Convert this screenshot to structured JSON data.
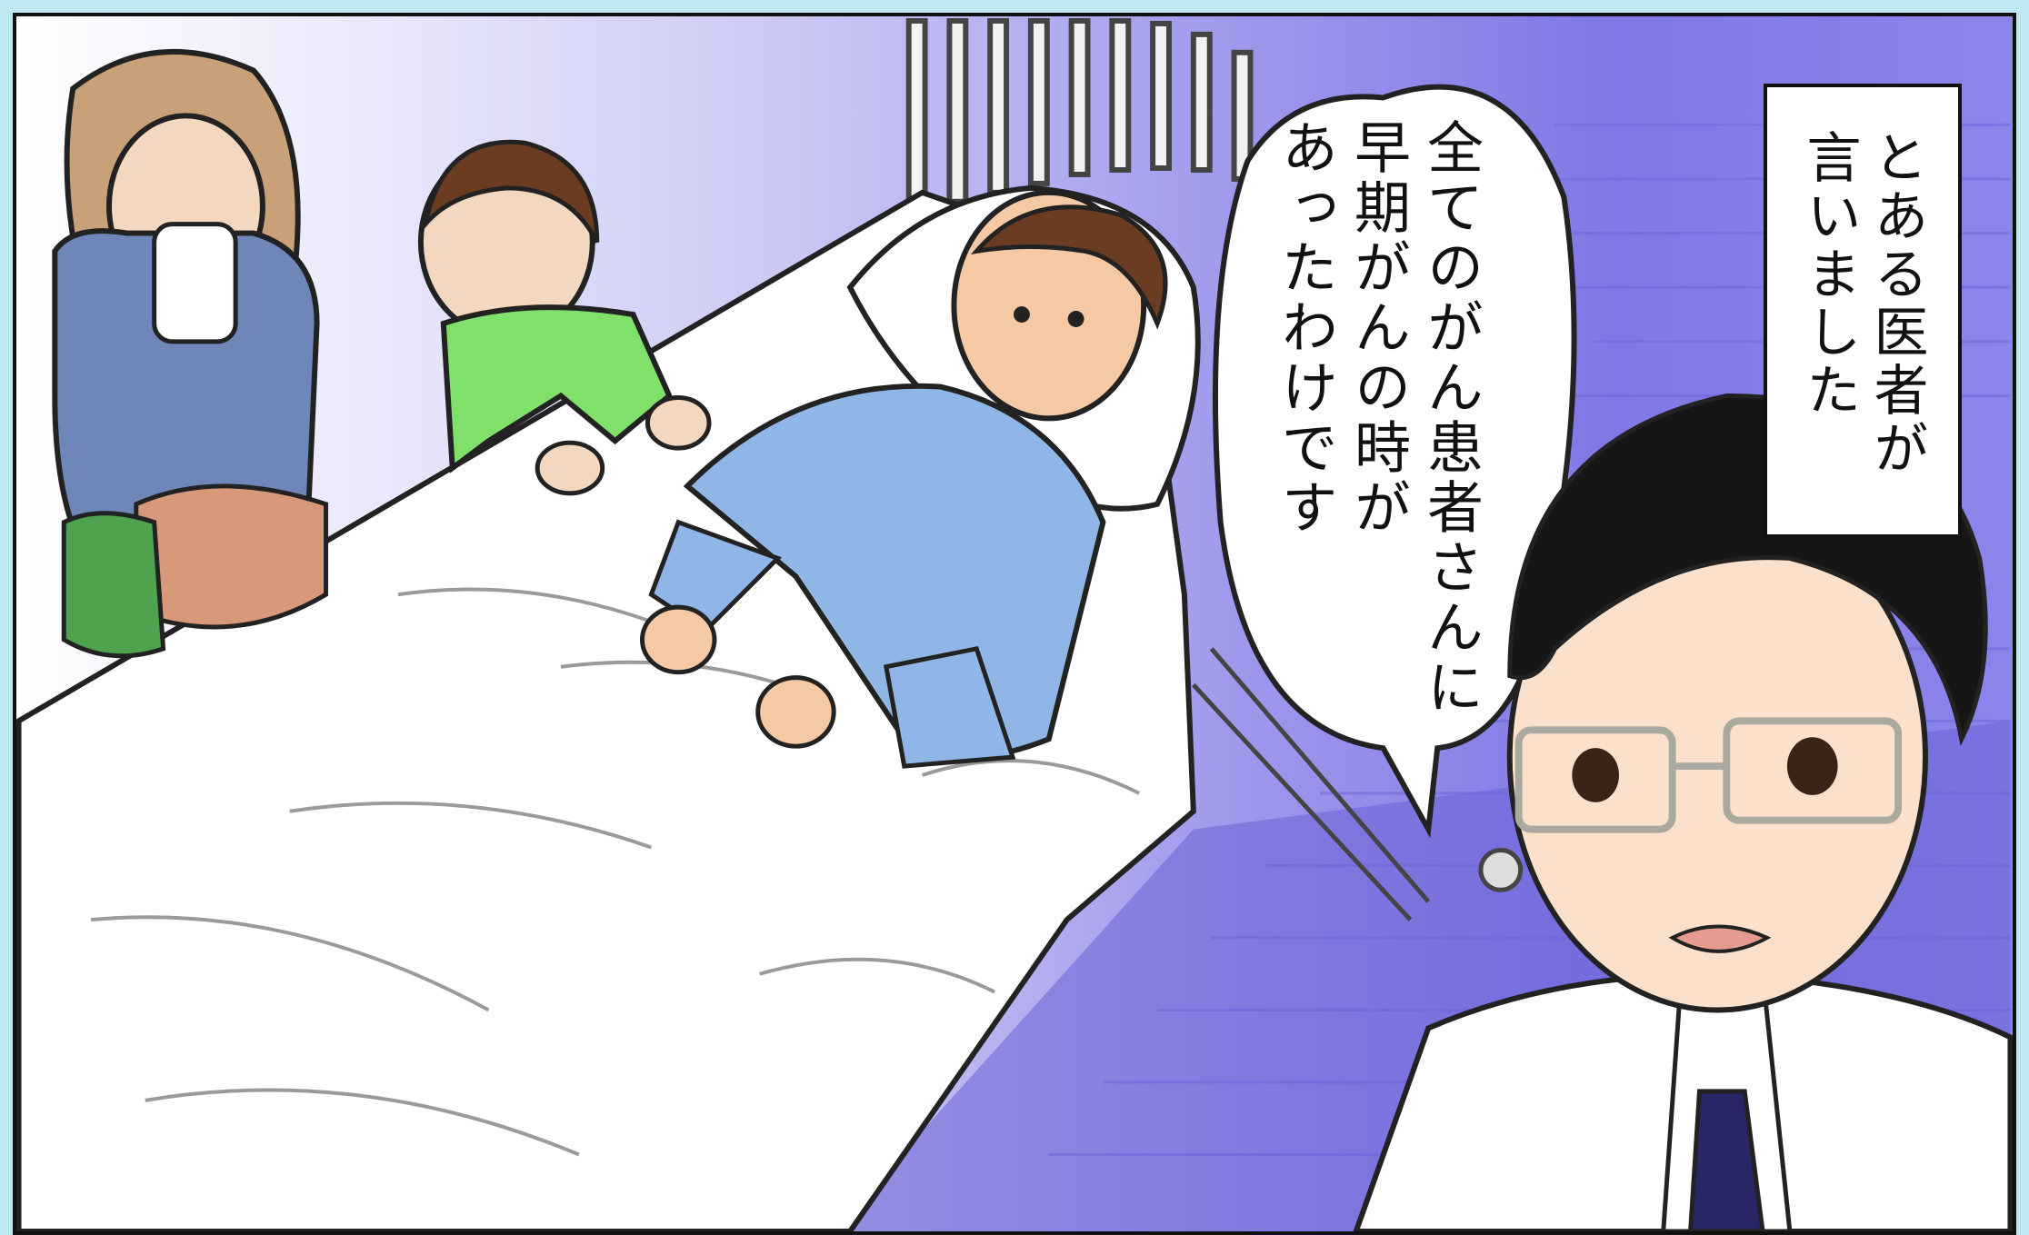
{
  "caption": {
    "lines": [
      "とある医者が",
      "言いました"
    ]
  },
  "speech_bubble": {
    "lines": [
      "全てのがん患者さんに",
      "早期がんの時が",
      "あったわけです"
    ]
  },
  "colors": {
    "background_light": "#ffffff",
    "background_purple": "#7f78e6",
    "frame_border": "#111111",
    "page_margin": "#bfe9f2",
    "patient_gown": "#8fb6e6",
    "child_shirt": "#7fe06a",
    "doctor_tie": "#2a2766"
  }
}
